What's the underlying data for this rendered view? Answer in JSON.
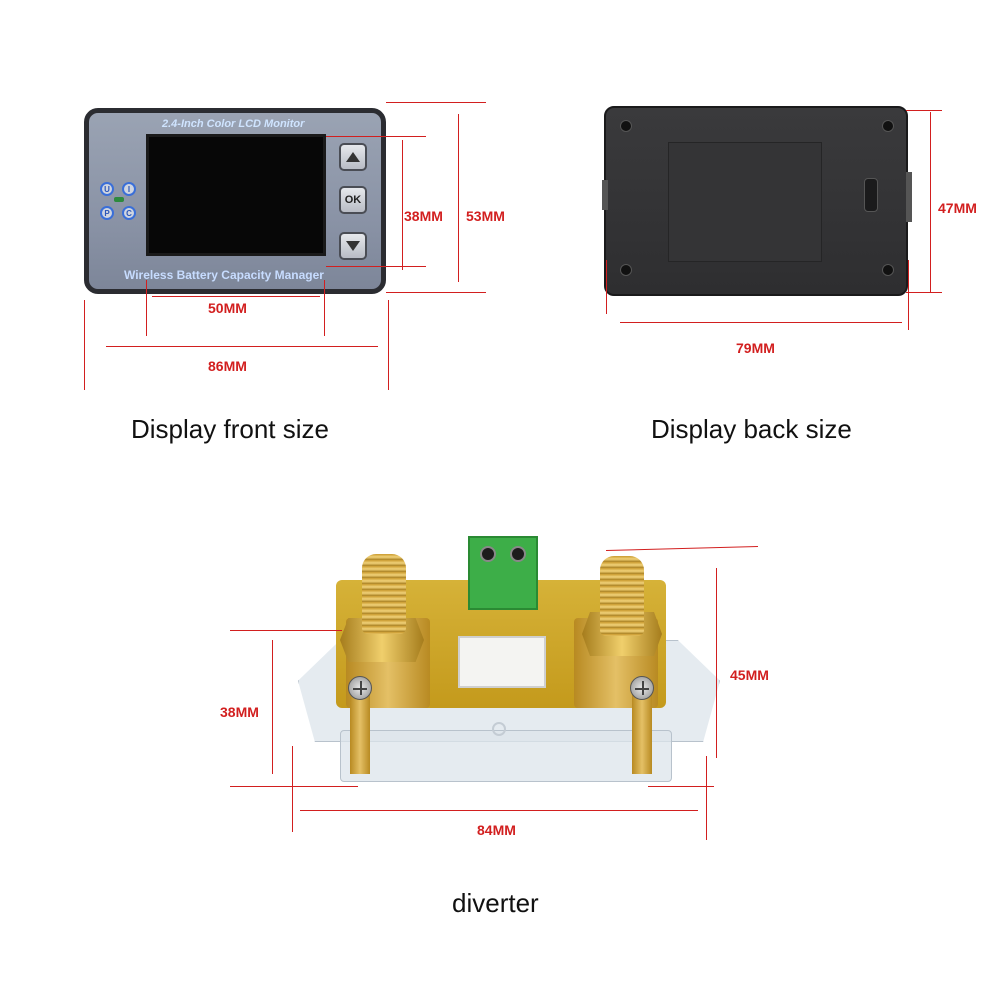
{
  "front": {
    "caption": "Display front size",
    "device_title": "2.4-Inch Color LCD Monitor",
    "device_footer": "Wireless Battery Capacity Manager",
    "led_letters": [
      "U",
      "I",
      "P",
      "C"
    ],
    "buttons": {
      "up_icon": "triangle-up-icon",
      "ok_label": "OK",
      "down_icon": "triangle-down-icon"
    },
    "dims": {
      "screen_width": "50MM",
      "total_width": "86MM",
      "screen_height": "38MM",
      "total_height": "53MM"
    }
  },
  "back": {
    "caption": "Display back size",
    "dims": {
      "width": "79MM",
      "height": "47MM"
    }
  },
  "diverter": {
    "caption": "diverter",
    "dims": {
      "width": "84MM",
      "height": "45MM",
      "inner_height": "38MM"
    }
  },
  "colors": {
    "dimension": "#d21f1f",
    "caption": "#111111"
  }
}
